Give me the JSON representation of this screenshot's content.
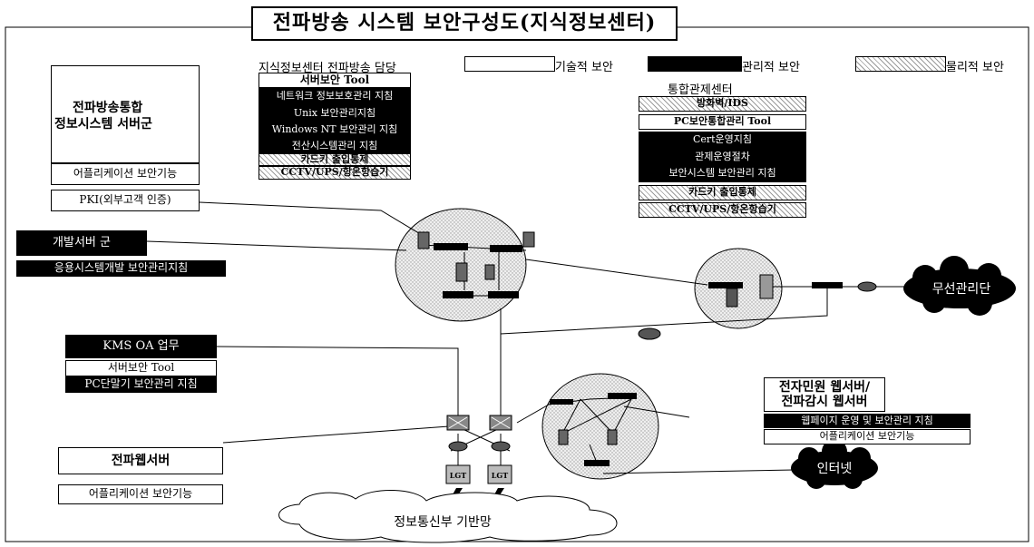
{
  "title": "전파방송 시스템 보안구성도(지식정보센터)",
  "legend": {
    "heading": "지식정보센터 전파방송 담당",
    "technical": "기술적 보안",
    "administrative": "관리적 보안",
    "physical": "물리적 보안"
  },
  "integrated_server": {
    "title_line1": "전파방송통합",
    "title_line2": "정보시스템 서버군",
    "items": [
      "어플리케이션 보안기능",
      "PKI(외부고객 인증)"
    ]
  },
  "knowledge_center": {
    "items": [
      "서버보안 Tool",
      "네트워크 정보보호관리 지침",
      "Unix 보안관리지침",
      "Windows NT 보안관리 지침",
      "전산시스템관리 지침",
      "카드키 출입통제",
      "CCTV/UPS/항온항습기"
    ]
  },
  "control_center": {
    "heading": "통합관제센터",
    "items": [
      "방화벽/IDS",
      "PC보안통합관리 Tool",
      "Cert운영지침",
      "관제운영절차",
      "보안시스템 보안관리 지침",
      "카드키 출입통제",
      "CCTV/UPS/항온항습기"
    ]
  },
  "dev_server": {
    "title": "개발서버 군",
    "items": [
      "응용시스템개발 보안관리지침"
    ]
  },
  "kms": {
    "title": "KMS OA 업무",
    "items": [
      "서버보안 Tool",
      "PC단말기 보안관리 지침"
    ]
  },
  "web_server": {
    "title": "전파웹서버",
    "items": [
      "어플리케이션 보안기능"
    ]
  },
  "civil_web": {
    "title_line1": "전자민원 웹서버/",
    "title_line2": "전파감시 웹서버",
    "items": [
      "웹페이지 운영 및 보안관리 지침",
      "어플리케이션 보안기능"
    ]
  },
  "clouds": {
    "wireless": "무선관리단",
    "internet": "인터넷",
    "backbone": "정보통신부 기반망"
  },
  "devices": {
    "line_box_label": "LGT"
  },
  "colors": {
    "black": "#000000",
    "hatch": "#9a9a9a",
    "ellipse_fill": "#e4e4e4"
  }
}
